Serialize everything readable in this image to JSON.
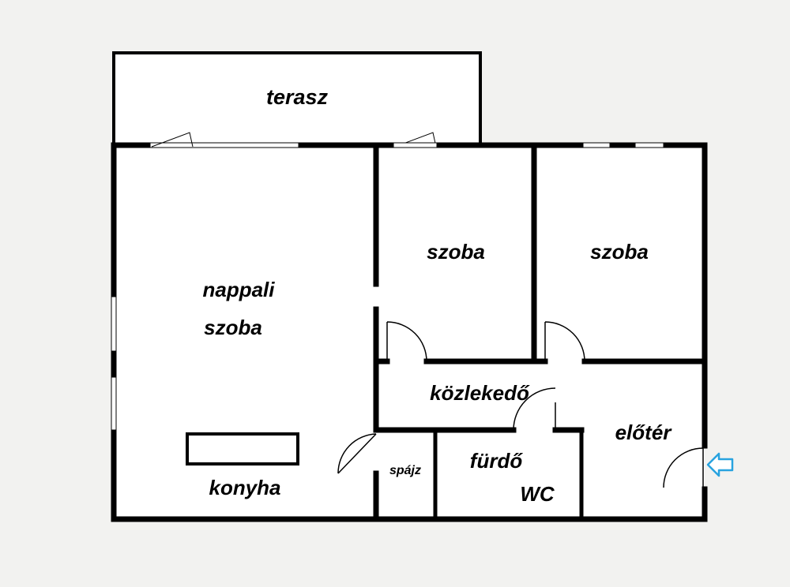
{
  "rooms": {
    "terrace": "terasz",
    "living_line1": "nappali",
    "living_line2": "szoba",
    "kitchen": "konyha",
    "room_left": "szoba",
    "room_right": "szoba",
    "corridor": "közlekedő",
    "hall": "előtér",
    "pantry": "spájz",
    "bathroom": "fürdő",
    "wc": "WC"
  },
  "icons": {
    "entrance": "entrance-arrow-icon"
  },
  "colors": {
    "background": "#f2f2f0",
    "wall": "#000000",
    "entrance_arrow": "#29a3df"
  }
}
